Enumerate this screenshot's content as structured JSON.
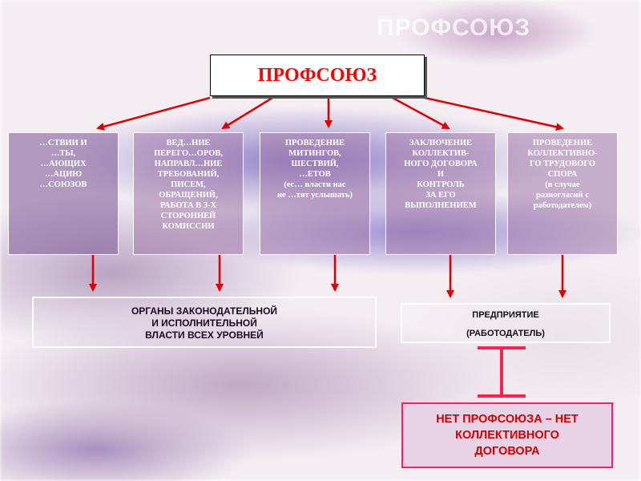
{
  "header": {
    "ghost_title": "ПРОФСОЮЗ"
  },
  "root": {
    "label": "ПРОФСОЮЗ"
  },
  "activities": [
    {
      "lines": [
        "",
        "",
        "",
        "",
        "…ствии и",
        "…ты,",
        "…ающих",
        "…ацию",
        "…союзов"
      ],
      "sub": ""
    },
    {
      "lines": [
        "ВЕД…НИЕ",
        "ПЕРЕГО…ОРОВ,",
        "НАПРАВЛ…НИЕ",
        "ТРЕБОВАНИЙ,",
        "ПИСЕМ,",
        "ОБРАЩЕНИЙ,",
        "РАБОТА в 3-Х",
        "СТОРОННЕЙ",
        "КОМИССИИ"
      ],
      "sub": ""
    },
    {
      "lines": [
        "ПРОВЕДЕНИЕ",
        "МИТИНГОВ,",
        "ШЕСТВИЙ,",
        "…ЕТОВ"
      ],
      "sub": "(ес… власти нас\nне …тят услышать)"
    },
    {
      "lines": [
        "ЗАКЛЮЧЕНИЕ",
        "КОЛЛЕКТИВ-",
        "НОГО ДОГОВОРА",
        "И",
        "КОНТРОЛЬ",
        "ЗА ЕГО",
        "ВЫПОЛНЕНИЕМ"
      ],
      "sub": ""
    },
    {
      "lines": [
        "ПРОВЕДЕНИЕ",
        "КОЛЛЕКТИВНО-",
        "ГО ТРУДОВОГО",
        "СПОРА"
      ],
      "sub": "(в случае\nразногласий с\nработодателем)"
    }
  ],
  "organs": {
    "lines": [
      "ОРГАНЫ ЗАКОНОДАТЕЛЬНОЙ",
      "И ИСПОЛНИТЕЛЬНОЙ",
      "ВЛАСТИ ВСЕХ УРОВНЕЙ"
    ]
  },
  "enterprise": {
    "lines": [
      "ПРЕДПРИЯТИЕ",
      "(РАБОТОДАТЕЛЬ)"
    ]
  },
  "conclusion": {
    "lines": [
      "НЕТ ПРОФСОЮЗА – НЕТ",
      "КОЛЛЕКТИВНОГО",
      "ДОГОВОРА"
    ]
  },
  "colors": {
    "arrow": "#e00000",
    "conclusion_text": "#d00000",
    "root_text": "#ff0000"
  }
}
